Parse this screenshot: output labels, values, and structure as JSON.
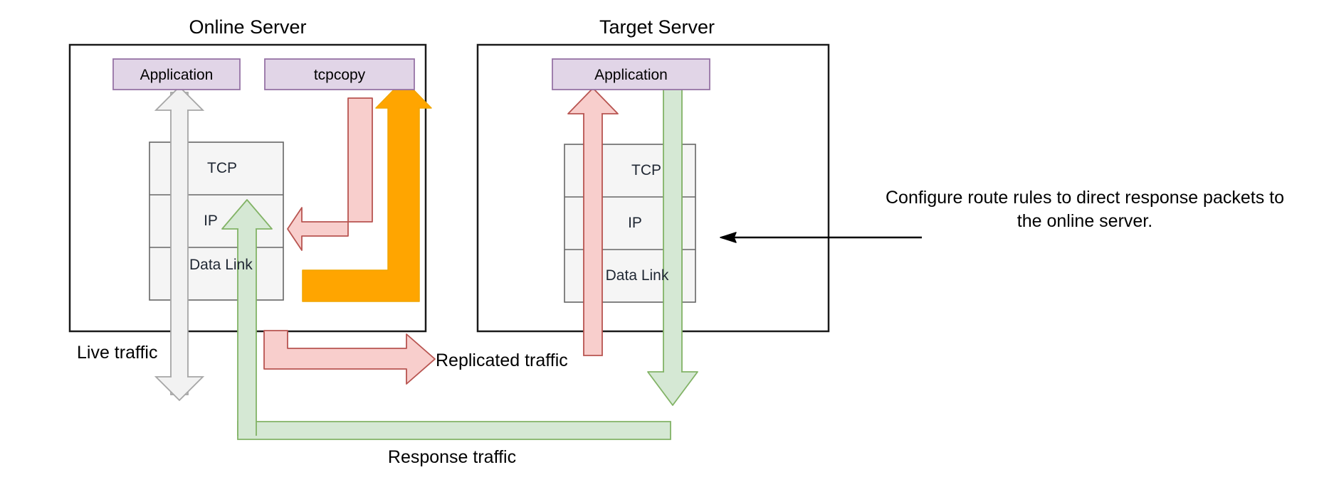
{
  "diagram": {
    "title_online": "Online Server",
    "title_target": "Target Server",
    "servers": [
      {
        "name": "Online Server",
        "boxes": [
          {
            "label": "Application"
          },
          {
            "label": "tcpcopy"
          }
        ],
        "stack_layers": [
          "TCP",
          "IP",
          "Data Link"
        ]
      },
      {
        "name": "Target Server",
        "boxes": [
          {
            "label": "Application"
          }
        ],
        "stack_layers": [
          "TCP",
          "IP",
          "Data Link"
        ]
      }
    ],
    "labels": {
      "live_traffic": "Live traffic",
      "replicated_traffic": "Replicated traffic",
      "response_traffic": "Response traffic",
      "route_note": "Configure route rules to direct response packets to\nthe online server."
    },
    "colors": {
      "server_border": "#1a1a1a",
      "app_box_fill": "#e1d5e7",
      "app_box_border": "#9673a6",
      "layer_fill": "#f5f5f5",
      "layer_border": "#666666",
      "grey_arrow_fill": "#f2f2f2",
      "grey_arrow_border": "#a6a6a6",
      "pink_arrow_fill": "#f8cecc",
      "pink_arrow_border": "#b85450",
      "green_arrow_fill": "#d5e8d4",
      "green_arrow_border": "#82b366",
      "orange_arrow_fill": "#ffa500",
      "orange_arrow_border": "#f0a500",
      "note_arrow": "#000000"
    }
  }
}
